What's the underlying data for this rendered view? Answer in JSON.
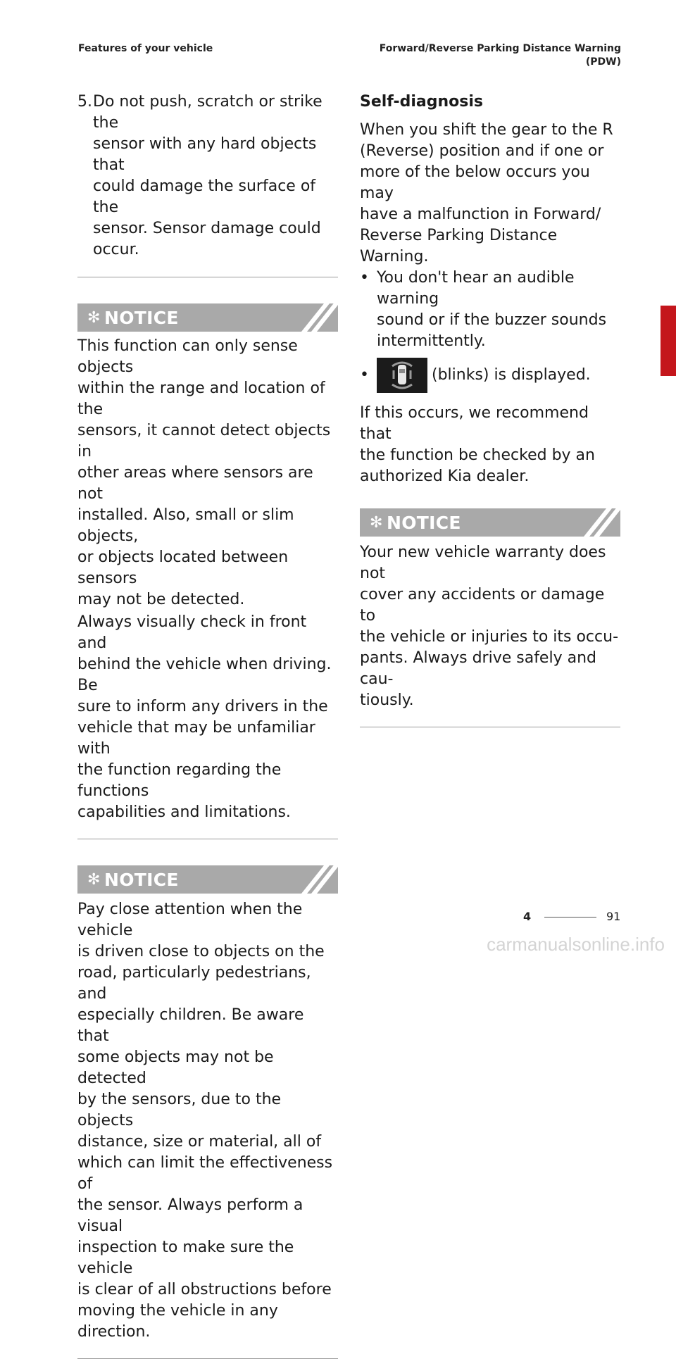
{
  "header": {
    "left": "Features of your vehicle",
    "right_line1": "Forward/Reverse Parking Distance Warning",
    "right_line2": "(PDW)"
  },
  "left_column": {
    "item5_num": "5.",
    "item5_lines": [
      "Do not push, scratch or strike the",
      "sensor with any hard objects that",
      "could damage the surface of the",
      "sensor. Sensor damage could",
      "occur."
    ],
    "notice1": {
      "star": "✻",
      "label": "NOTICE",
      "para1_lines": [
        "This function can only sense objects",
        "within the range and location of the",
        "sensors, it cannot detect objects in",
        "other areas where sensors are not",
        "installed. Also, small or slim objects,",
        "or objects located between sensors",
        "may not be detected."
      ],
      "para2_lines": [
        "Always visually check in front and",
        "behind the vehicle when driving. Be",
        "sure to inform any drivers in the",
        "vehicle that may be unfamiliar with",
        "the function regarding the functions",
        "capabilities and limitations."
      ]
    },
    "notice2": {
      "star": "✻",
      "label": "NOTICE",
      "para_lines": [
        "Pay close attention when the vehicle",
        "is driven close to objects on the",
        "road, particularly pedestrians, and",
        "especially children. Be aware that",
        "some objects may not be detected",
        "by the sensors, due to the objects",
        "distance, size or material, all of",
        "which can limit the effectiveness of",
        "the sensor. Always perform a visual",
        "inspection to make sure the vehicle",
        "is clear of all obstructions before",
        "moving the vehicle in any direction."
      ]
    }
  },
  "right_column": {
    "heading": "Self-diagnosis",
    "intro_lines": [
      "When you shift the gear to the R",
      "(Reverse) position and if one or",
      "more of the below occurs you may",
      "have a malfunction in Forward/",
      "Reverse Parking Distance Warning."
    ],
    "bullet_char": "•",
    "bullet1_lines": [
      "You don't hear an audible warning",
      "sound or if the buzzer sounds",
      "intermittently."
    ],
    "bullet2_icon": "pdw-warning-icon",
    "bullet2_text": "(blinks) is displayed.",
    "outro_lines": [
      "If this occurs, we recommend that",
      "the function be checked by an",
      "authorized Kia dealer."
    ],
    "notice3": {
      "star": "✻",
      "label": "NOTICE",
      "para_lines": [
        "Your new vehicle warranty does not",
        "cover any accidents or damage to",
        "the vehicle or injuries to its occu-",
        "pants. Always drive safely and cau-",
        "tiously."
      ]
    }
  },
  "side_tab": {
    "number": "4",
    "color": "#c4161c"
  },
  "footer": {
    "section": "4",
    "page": "91"
  },
  "watermark": "carmanualsonline.info"
}
